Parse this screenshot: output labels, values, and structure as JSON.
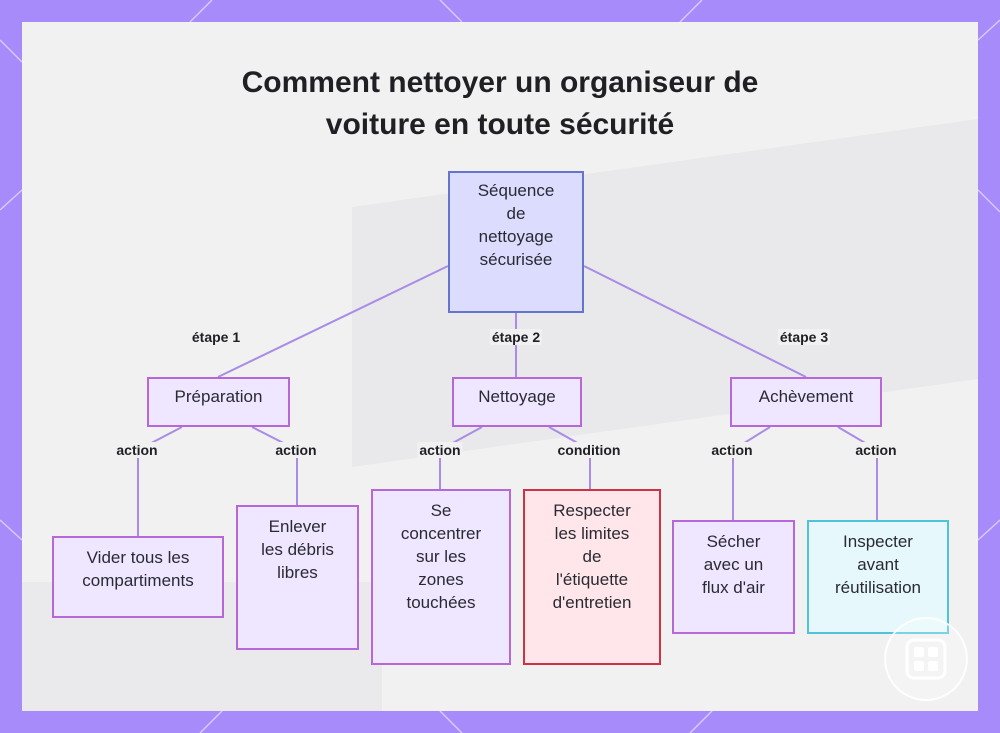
{
  "title_lines": [
    "Comment nettoyer un organiseur de",
    "voiture en toute sécurité"
  ],
  "nodes": {
    "root": {
      "lines": [
        "Séquence",
        "de",
        "nettoyage",
        "sécurisée"
      ]
    },
    "preparation": {
      "lines": [
        "Préparation"
      ]
    },
    "nettoyage": {
      "lines": [
        "Nettoyage"
      ]
    },
    "achevement": {
      "lines": [
        "Achèvement"
      ]
    },
    "vider": {
      "lines": [
        "Vider tous les",
        "compartiments"
      ]
    },
    "enlever": {
      "lines": [
        "Enlever",
        "les débris",
        "libres"
      ]
    },
    "concentrer": {
      "lines": [
        "Se",
        "concentrer",
        "sur les",
        "zones",
        "touchées"
      ]
    },
    "respecter": {
      "lines": [
        "Respecter",
        "les limites",
        "de",
        "l'étiquette",
        "d'entretien"
      ]
    },
    "secher": {
      "lines": [
        "Sécher",
        "avec un",
        "flux d'air"
      ]
    },
    "inspecter": {
      "lines": [
        "Inspecter",
        "avant",
        "réutilisation"
      ]
    }
  },
  "edges": [
    {
      "from": "root",
      "to": "preparation",
      "label": "étape 1"
    },
    {
      "from": "root",
      "to": "nettoyage",
      "label": "étape 2"
    },
    {
      "from": "root",
      "to": "achevement",
      "label": "étape 3"
    },
    {
      "from": "preparation",
      "to": "vider",
      "label": "action"
    },
    {
      "from": "preparation",
      "to": "enlever",
      "label": "action"
    },
    {
      "from": "nettoyage",
      "to": "concentrer",
      "label": "action"
    },
    {
      "from": "nettoyage",
      "to": "respecter",
      "label": "condition"
    },
    {
      "from": "achevement",
      "to": "secher",
      "label": "action"
    },
    {
      "from": "achevement",
      "to": "inspecter",
      "label": "action"
    }
  ],
  "colors": {
    "frame": "#a78bfa",
    "edge": "#a98be8",
    "node_fill": "#efe6ff",
    "node_border": "#b768d8",
    "root_fill": "#dcdcff",
    "root_border": "#6574cc",
    "warn_fill": "#ffe6ea",
    "warn_border": "#cc3344",
    "check_fill": "#e6f8fb",
    "check_border": "#4fc3d9"
  },
  "icons": {
    "watermark": "grid-logo-icon"
  }
}
